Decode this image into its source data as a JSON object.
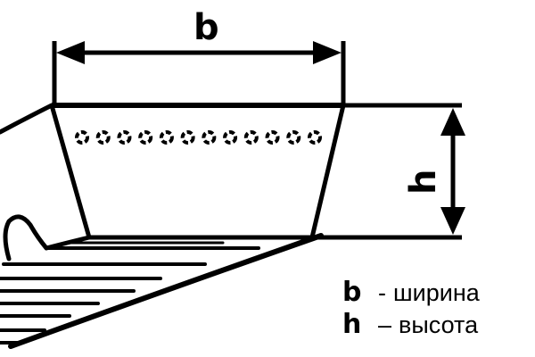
{
  "diagram": {
    "subject": "V-belt cross-section",
    "dimensions": {
      "width": {
        "symbol": "b",
        "description": "ширина"
      },
      "height": {
        "symbol": "h",
        "description": "высота"
      }
    },
    "legend": [
      {
        "symbol": "b",
        "dash": "-",
        "text": "ширина"
      },
      {
        "symbol": "h",
        "dash": "–",
        "text": "высота"
      }
    ],
    "cord_dot_count": 12,
    "colors": {
      "line": "#000000",
      "background": "#ffffff"
    }
  }
}
